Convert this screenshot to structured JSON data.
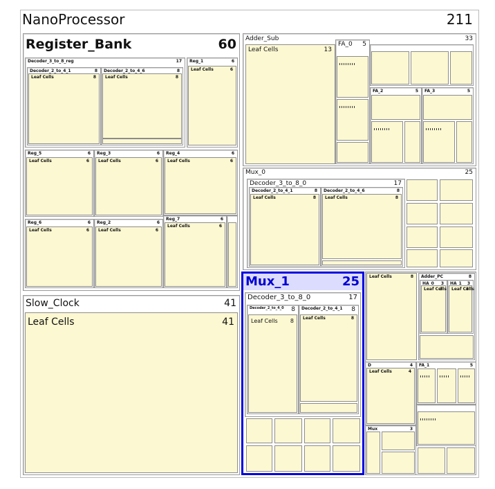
{
  "root": {
    "label": "NanoProcessor",
    "value": "211"
  },
  "register_bank": {
    "label": "Register_Bank",
    "value": "60",
    "decoder": {
      "label": "Decoder_3_to_8_reg",
      "value": "17",
      "d24a": {
        "label": "Decoder_2_to_4_1",
        "value": "8",
        "leaf": "Leaf Cells",
        "leaf_value": "8"
      },
      "d24b": {
        "label": "Decoder_2_to_4_6",
        "value": "8",
        "leaf": "Leaf Cells",
        "leaf_value": "8"
      }
    },
    "reg1": {
      "label": "Reg_1",
      "value": "6",
      "leaf": "Leaf Cells",
      "leaf_value": "6"
    },
    "reg5": {
      "label": "Reg_5",
      "value": "6",
      "leaf": "Leaf Cells",
      "leaf_value": "6"
    },
    "reg3": {
      "label": "Reg_3",
      "value": "6",
      "leaf": "Leaf Cells",
      "leaf_value": "6"
    },
    "reg4": {
      "label": "Reg_4",
      "value": "6",
      "leaf": "Leaf Cells",
      "leaf_value": "6"
    },
    "reg6": {
      "label": "Reg_6",
      "value": "6",
      "leaf": "Leaf Cells",
      "leaf_value": "6"
    },
    "reg2": {
      "label": "Reg_2",
      "value": "6",
      "leaf": "Leaf Cells",
      "leaf_value": "6"
    },
    "reg7": {
      "label": "Reg_7",
      "value": "6",
      "leaf": "Leaf Cells",
      "leaf_value": "6"
    }
  },
  "slow_clock": {
    "label": "Slow_Clock",
    "value": "41",
    "leaf": "Leaf Cells",
    "leaf_value": "41"
  },
  "adder_sub": {
    "label": "Adder_Sub",
    "value": "33",
    "leaf": "Leaf Cells",
    "leaf_value": "13",
    "fa0": {
      "label": "FA_0",
      "value": "5"
    },
    "fa2": {
      "label": "FA_2",
      "value": "5"
    },
    "fa3": {
      "label": "FA_3",
      "value": "5"
    }
  },
  "mux0": {
    "label": "Mux_0",
    "value": "25",
    "decoder": {
      "label": "Decoder_3_to_8_0",
      "value": "17",
      "d24a": {
        "label": "Decoder_2_to_4_1",
        "value": "8",
        "leaf": "Leaf Cells",
        "leaf_value": "8"
      },
      "d24b": {
        "label": "Decoder_2_to_4_6",
        "value": "8",
        "leaf": "Leaf Cells",
        "leaf_value": "8"
      }
    }
  },
  "mux1": {
    "label": "Mux_1",
    "value": "25",
    "decoder": {
      "label": "Decoder_3_to_8_0",
      "value": "17",
      "d24a": {
        "label": "Decoder_2_to_4_0",
        "value": "8",
        "leaf": "Leaf Cells",
        "leaf_value": "8"
      },
      "d24b": {
        "label": "Decoder_2_to_4_1",
        "value": "8",
        "leaf": "Leaf Cells",
        "leaf_value": "8"
      }
    }
  },
  "other": {
    "leaf": "Leaf Cells",
    "leaf_value": "8",
    "adder_pc": {
      "label": "Adder_PC",
      "value": "8",
      "ha": {
        "label": "HA_0",
        "value": "3",
        "leaf": "Leaf Cells",
        "leaf_value": "3"
      },
      "hb": {
        "label": "HA_1",
        "value": "3",
        "leaf": "Leaf Cells",
        "leaf_value": "3"
      }
    },
    "d_box": {
      "label": "D",
      "value": "4",
      "leaf": "Leaf Cells",
      "leaf_value": "4"
    },
    "mux_box": {
      "label": "Mux",
      "value": "3"
    },
    "pc_box": {
      "label": "FA_1",
      "value": "5"
    }
  },
  "colors": {
    "leaf": "#fcf8d2",
    "selected": "#0000e0",
    "selected_header": "#dcdcff"
  }
}
